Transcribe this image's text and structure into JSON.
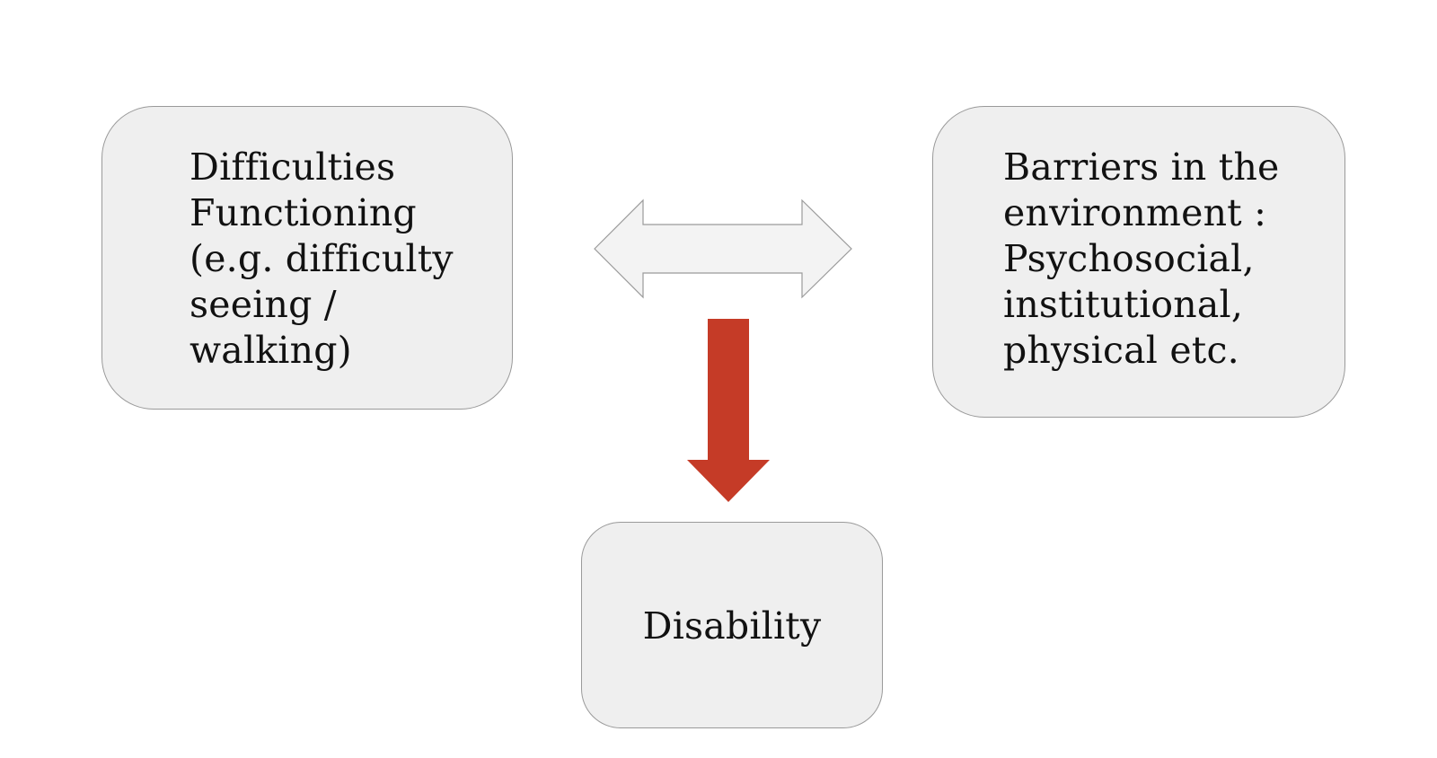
{
  "diagram": {
    "left_box": {
      "lines": [
        "Difficulties",
        "Functioning",
        "(e.g. difficulty",
        "seeing /",
        "walking)"
      ]
    },
    "right_box": {
      "lines": [
        "Barriers in the",
        "environment :",
        "Psychosocial,",
        "institutional,",
        "physical etc."
      ]
    },
    "bottom_box": {
      "label": "Disability"
    },
    "arrows": {
      "double_arrow": {
        "icon": "double-headed-arrow",
        "fill": "#f3f3f3",
        "stroke": "#9a9a9a"
      },
      "down_arrow": {
        "icon": "down-arrow",
        "fill": "#c53b27"
      }
    }
  }
}
